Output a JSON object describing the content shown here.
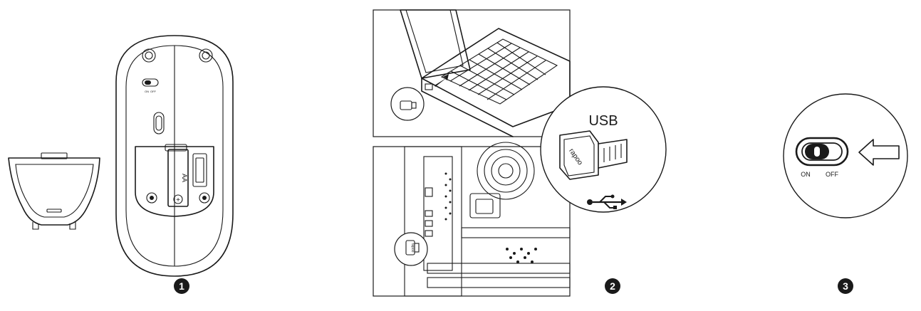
{
  "steps": [
    {
      "number": "1"
    },
    {
      "number": "2"
    },
    {
      "number": "3"
    }
  ],
  "mouse": {
    "battery_label": "AA",
    "battery_plus": "+",
    "switch_on": "ON",
    "switch_off": "OFF"
  },
  "receiver": {
    "usb_label": "USB",
    "brand": "rapoo"
  },
  "power_switch": {
    "on_label": "ON",
    "off_label": "OFF"
  },
  "colors": {
    "line": "#1a1a1a",
    "background": "#ffffff"
  }
}
